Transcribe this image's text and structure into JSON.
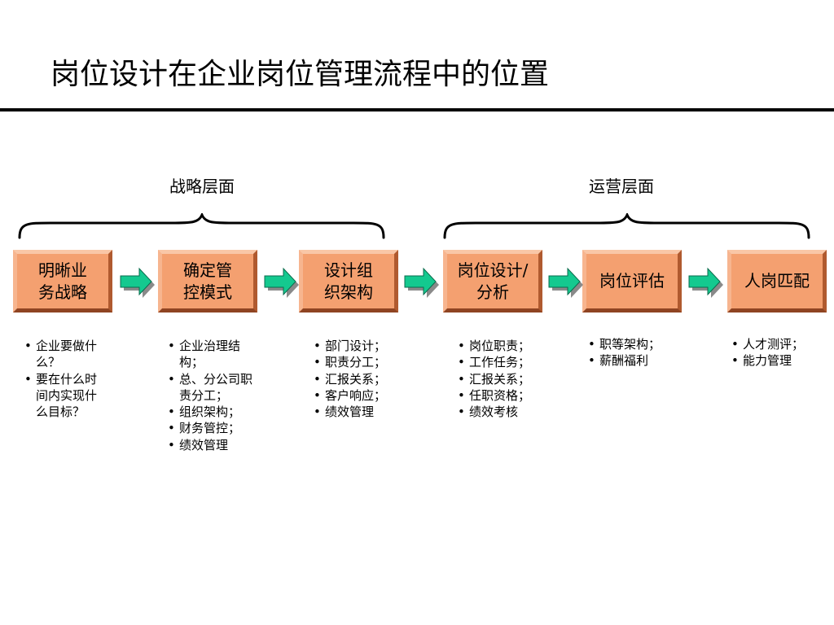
{
  "title": "岗位设计在企业岗位管理流程中的位置",
  "levels": [
    {
      "label": "战略层面"
    },
    {
      "label": "运营层面"
    }
  ],
  "steps": [
    {
      "label": "明晰业务战略",
      "bullets": [
        "企业要做什么？",
        "要在什么时间内实现什么目标？"
      ]
    },
    {
      "label": "确定管控模式",
      "bullets": [
        "企业治理结构；",
        "总、分公司职责分工；",
        "组织架构；",
        "财务管控；",
        "绩效管理"
      ]
    },
    {
      "label": "设计组织架构",
      "bullets": [
        "部门设计；",
        "职责分工；",
        "汇报关系；",
        "客户响应；",
        "绩效管理"
      ]
    },
    {
      "label": "岗位设计/分析",
      "bullets": [
        "岗位职责；",
        "工作任务；",
        "汇报关系；",
        "任职资格；",
        "绩效考核"
      ]
    },
    {
      "label": "岗位评估",
      "bullets": [
        "职等架构；",
        "薪酬福利"
      ]
    },
    {
      "label": "人岗匹配",
      "bullets": [
        "人才测评；",
        "能力管理"
      ]
    }
  ],
  "colors": {
    "step_fill": "#f4a070",
    "arrow_fill": "#14c98f",
    "arrow_shadow": "#8a8a8a"
  }
}
